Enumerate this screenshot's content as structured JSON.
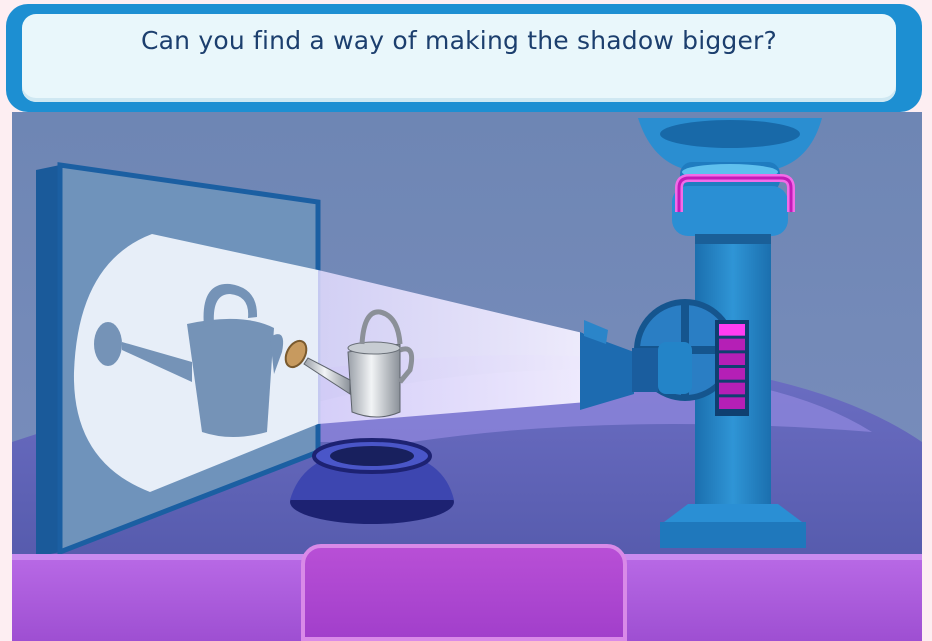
{
  "question": {
    "text": "Can you find a way of making the shadow bigger?"
  },
  "scene": {
    "objects": [
      "screen",
      "shadow",
      "light-beam",
      "watering-can",
      "stand",
      "torch",
      "lamp-post",
      "brightness-meter",
      "drop-slot"
    ],
    "brightness_meter": {
      "segments": 6,
      "level_fraction": 1.0
    }
  },
  "colors": {
    "wall": "#6e86b4",
    "floor": "#5b63b3",
    "spotlight_floor": "#8a7fd8",
    "frame_blue": "#1d8fd2",
    "post_blue": "#2e8fcf",
    "handle_magenta": "#e23ad9",
    "shelf_purple": "#a855d9"
  }
}
